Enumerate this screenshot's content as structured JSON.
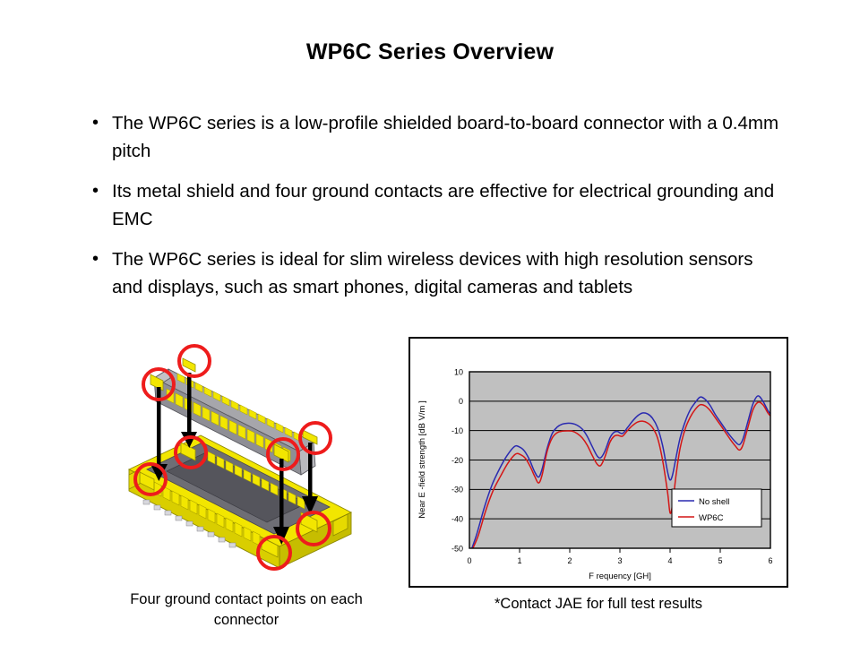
{
  "slide": {
    "title": "WP6C Series Overview",
    "bullet_marker": "•",
    "bullets": [
      "The WP6C series is a low-profile shielded board-to-board connector with a 0.4mm pitch",
      "Its metal shield and four ground contacts are effective for electrical grounding and EMC",
      "The WP6C series is ideal for slim wireless devices with high resolution sensors and displays, such as smart phones, digital cameras and tablets"
    ]
  },
  "connector_figure": {
    "caption": "Four ground contact points on each connector",
    "colors": {
      "shell_gray": "#9a9a9f",
      "shell_gray_dark": "#6f6f76",
      "body_yellow": "#f2e600",
      "body_yellow_dark": "#c9c000",
      "highlight_red": "#ee1c1c",
      "arrow_black": "#000000"
    },
    "annotation_count": 8
  },
  "chart_note": "*Contact JAE for full test results",
  "chart_data": {
    "type": "line",
    "title": "",
    "xlabel": "F requency [GH]",
    "ylabel": "Near E -field strength [dB V/m ]",
    "xlim": [
      0,
      6
    ],
    "ylim": [
      -50,
      10
    ],
    "xticks": [
      "0",
      "1",
      "2",
      "3",
      "4",
      "5",
      "6"
    ],
    "yticks": [
      "10",
      "0",
      "-10",
      "-20",
      "-30",
      "-40",
      "-50"
    ],
    "grid": "horizontal",
    "plot_bg": "#c0c0c0",
    "legend_position": "bottom-right",
    "series": [
      {
        "name": "No shell",
        "color": "#2a2ab0",
        "x": [
          0.05,
          0.15,
          0.3,
          0.45,
          0.6,
          0.75,
          0.9,
          1.0,
          1.1,
          1.2,
          1.3,
          1.38,
          1.45,
          1.55,
          1.65,
          1.75,
          1.85,
          1.95,
          2.05,
          2.15,
          2.25,
          2.35,
          2.45,
          2.55,
          2.62,
          2.7,
          2.8,
          2.88,
          2.95,
          3.05,
          3.15,
          3.25,
          3.35,
          3.45,
          3.55,
          3.65,
          3.75,
          3.85,
          3.95,
          4.0,
          4.05,
          4.12,
          4.2,
          4.3,
          4.4,
          4.5,
          4.6,
          4.7,
          4.8,
          4.9,
          5.0,
          5.1,
          5.2,
          5.3,
          5.38,
          5.45,
          5.55,
          5.65,
          5.75,
          5.85,
          5.95,
          6.0
        ],
        "y": [
          -50.0,
          -45.0,
          -36.0,
          -28.5,
          -23.0,
          -18.5,
          -15.4,
          -15.6,
          -17.0,
          -20.0,
          -24.0,
          -25.8,
          -23.0,
          -16.0,
          -11.0,
          -8.8,
          -7.8,
          -7.5,
          -7.6,
          -8.2,
          -9.5,
          -12.0,
          -15.5,
          -18.7,
          -19.2,
          -17.0,
          -12.5,
          -10.6,
          -10.3,
          -11.0,
          -9.0,
          -6.8,
          -5.0,
          -4.0,
          -4.3,
          -5.8,
          -9.0,
          -15.0,
          -24.0,
          -26.8,
          -25.0,
          -19.0,
          -12.5,
          -7.0,
          -3.0,
          -0.5,
          1.4,
          0.6,
          -1.5,
          -4.5,
          -7.0,
          -9.5,
          -11.8,
          -13.8,
          -14.8,
          -13.0,
          -7.0,
          -1.0,
          1.8,
          0.0,
          -3.2,
          -4.2
        ]
      },
      {
        "name": "WP6C",
        "color": "#d41616",
        "x": [
          0.07,
          0.18,
          0.32,
          0.47,
          0.62,
          0.77,
          0.92,
          1.02,
          1.12,
          1.22,
          1.3,
          1.38,
          1.45,
          1.55,
          1.65,
          1.75,
          1.85,
          1.95,
          2.05,
          2.15,
          2.25,
          2.35,
          2.45,
          2.55,
          2.62,
          2.7,
          2.8,
          2.88,
          2.95,
          3.05,
          3.15,
          3.25,
          3.35,
          3.45,
          3.55,
          3.65,
          3.75,
          3.85,
          3.95,
          4.0,
          4.05,
          4.12,
          4.2,
          4.3,
          4.4,
          4.5,
          4.6,
          4.7,
          4.8,
          4.9,
          5.0,
          5.1,
          5.2,
          5.3,
          5.38,
          5.45,
          5.55,
          5.65,
          5.75,
          5.85,
          5.95,
          6.0
        ],
        "y": [
          -50.0,
          -45.5,
          -37.5,
          -30.5,
          -25.5,
          -21.0,
          -18.0,
          -18.2,
          -19.5,
          -22.5,
          -25.5,
          -27.8,
          -25.0,
          -17.0,
          -12.5,
          -10.7,
          -10.2,
          -10.1,
          -10.2,
          -11.0,
          -12.5,
          -15.0,
          -18.5,
          -21.5,
          -21.8,
          -19.0,
          -14.0,
          -12.0,
          -11.6,
          -11.9,
          -10.0,
          -8.3,
          -7.1,
          -6.8,
          -7.4,
          -9.0,
          -12.5,
          -20.0,
          -31.0,
          -38.0,
          -35.0,
          -25.0,
          -16.0,
          -9.5,
          -5.5,
          -2.8,
          -1.2,
          -1.6,
          -3.2,
          -5.6,
          -8.0,
          -10.5,
          -13.0,
          -15.2,
          -16.6,
          -15.0,
          -9.0,
          -3.0,
          -0.4,
          -1.2,
          -4.0,
          -5.0
        ]
      }
    ]
  }
}
